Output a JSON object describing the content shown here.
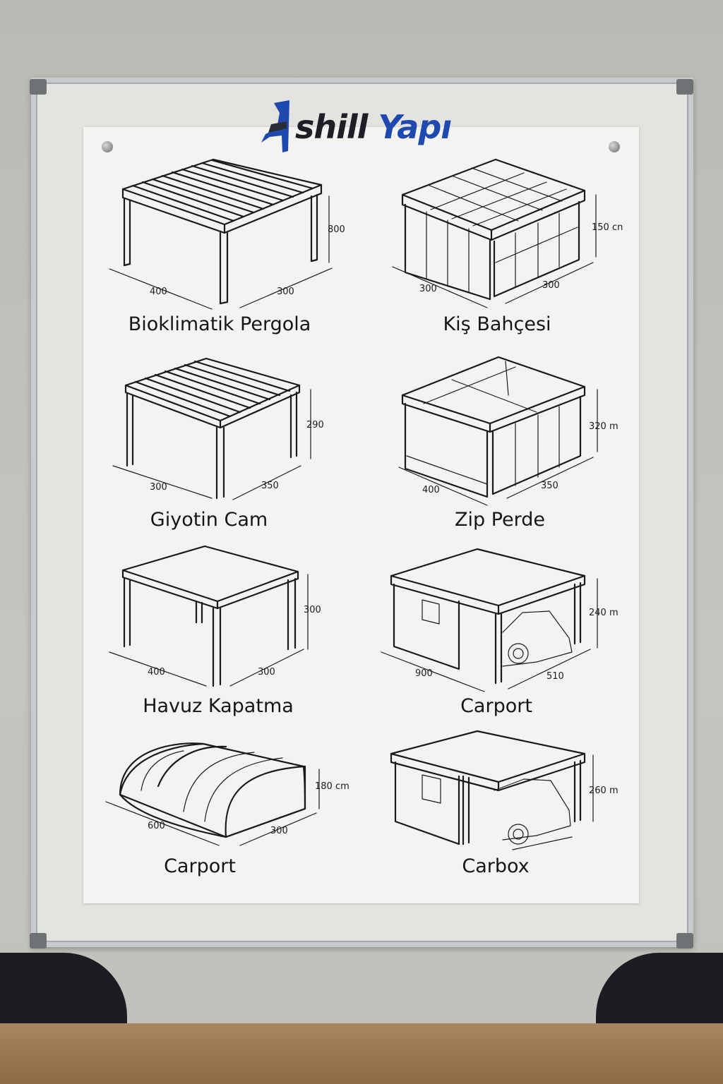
{
  "brand": {
    "name_part1": "shill",
    "name_part2": "Yapı",
    "logo_color_dark": "#1d1f25",
    "logo_color_blue": "#1f49ae"
  },
  "items": [
    {
      "caption": "Bioklimatik Pergola",
      "dims": [
        "800",
        "400",
        "300"
      ]
    },
    {
      "caption": "Kiş Bahçesi",
      "dims": [
        "150 cn",
        "300",
        "300"
      ]
    },
    {
      "caption": "Giyotin Cam",
      "dims": [
        "290",
        "300",
        "350"
      ]
    },
    {
      "caption": "Zip Perde",
      "dims": [
        "320 m",
        "400",
        "350"
      ]
    },
    {
      "caption": "Havuz Kapatma",
      "dims": [
        "300",
        "400",
        "300"
      ]
    },
    {
      "caption": "Carport",
      "dims": [
        "240 m",
        "900",
        "510"
      ]
    },
    {
      "caption": "Carport",
      "dims": [
        "180 cm",
        "600",
        "300"
      ]
    },
    {
      "caption": "Carbox",
      "dims": [
        "260 m"
      ]
    }
  ]
}
